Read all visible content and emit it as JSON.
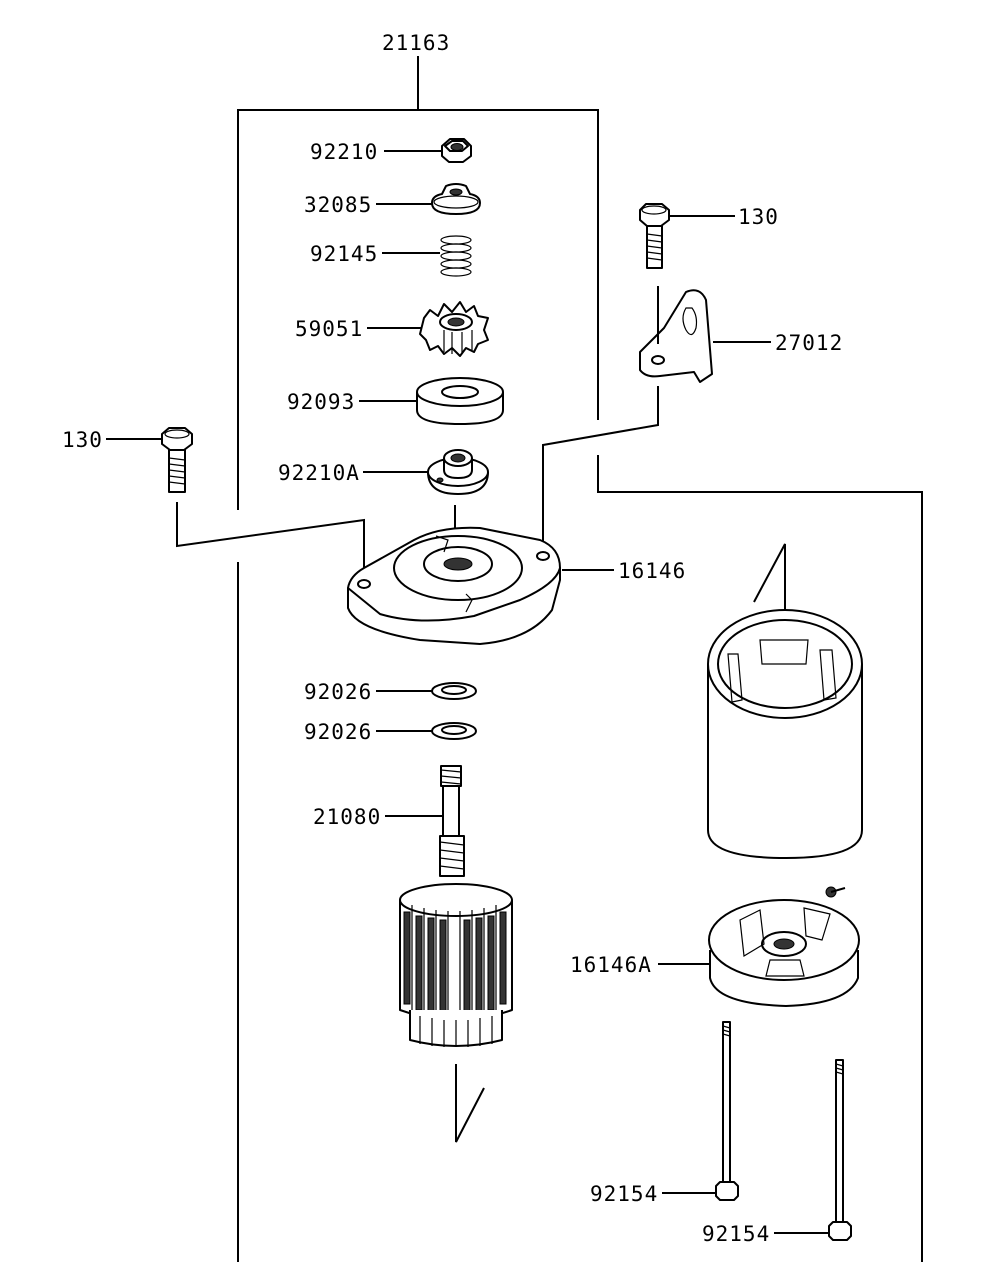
{
  "labels": {
    "assembly": "21163",
    "nut": "92210",
    "cap": "32085",
    "spring": "92145",
    "pinion": "59051",
    "spacer": "92093",
    "nut_a": "92210A",
    "bolt_left": "130",
    "bolt_right": "130",
    "bracket": "27012",
    "front_cover": "16146",
    "washer_1": "92026",
    "washer_2": "92026",
    "armature": "21080",
    "rear_cover": "16146A",
    "through_bolt_1": "92154",
    "through_bolt_2": "92154"
  }
}
